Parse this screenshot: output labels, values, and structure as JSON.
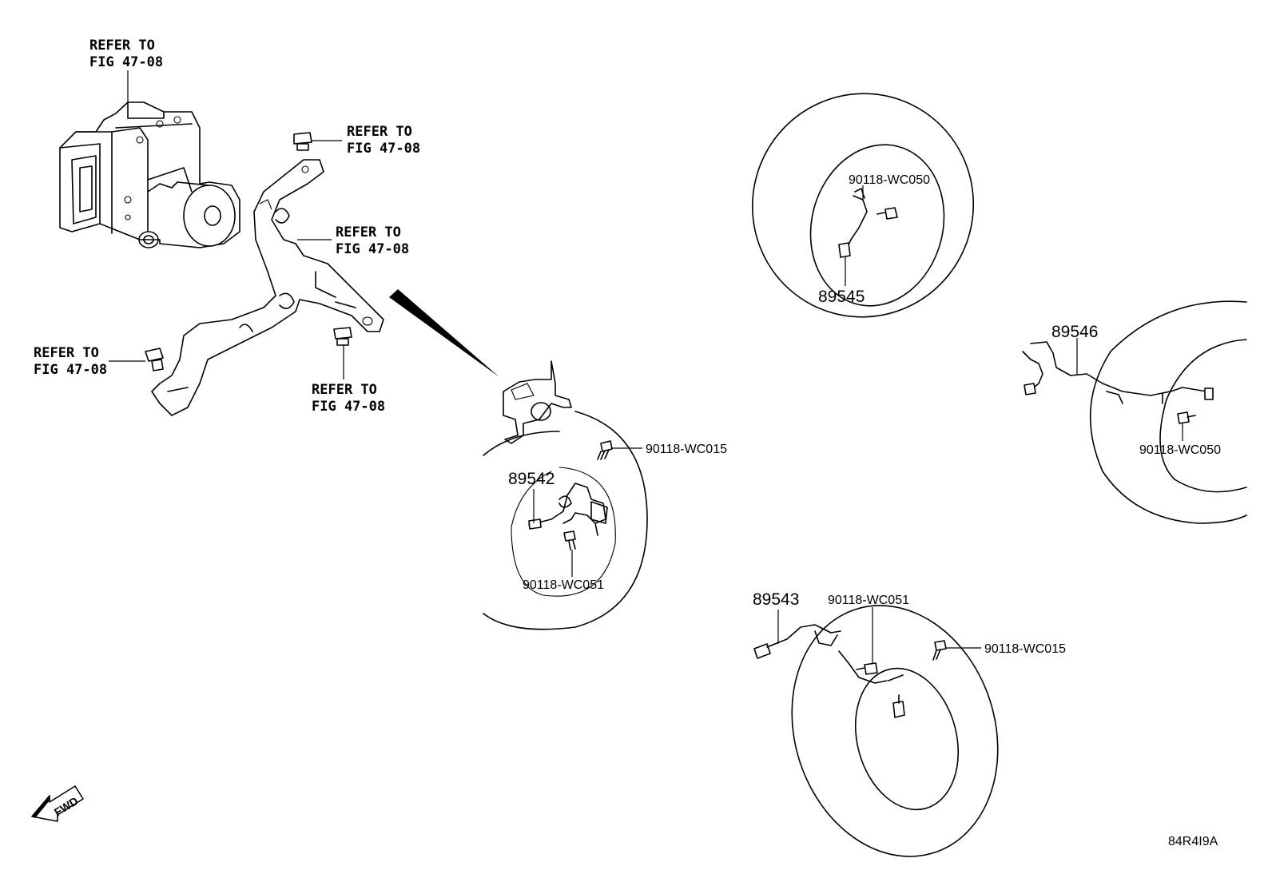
{
  "callouts": {
    "abs_refer_1": "REFER TO",
    "abs_refer_2": "FIG 47-08",
    "bolt_top_1": "REFER TO",
    "bolt_top_2": "FIG 47-08",
    "bracket_1": "REFER TO",
    "bracket_2": "FIG 47-08",
    "bolt_left_1": "REFER TO",
    "bolt_left_2": "FIG 47-08",
    "bolt_bottom_1": "REFER TO",
    "bolt_bottom_2": "FIG 47-08"
  },
  "parts": {
    "p89542": "89542",
    "p89543": "89543",
    "p89545": "89545",
    "p89546": "89546",
    "wc015_a": "90118-WC015",
    "wc015_b": "90118-WC015",
    "wc051_a": "90118-WC051",
    "wc051_b": "90118-WC051",
    "wc050_a": "90118-WC050",
    "wc050_b": "90118-WC050"
  },
  "fwd": "FWD",
  "diagram_id": "84R4I9A"
}
